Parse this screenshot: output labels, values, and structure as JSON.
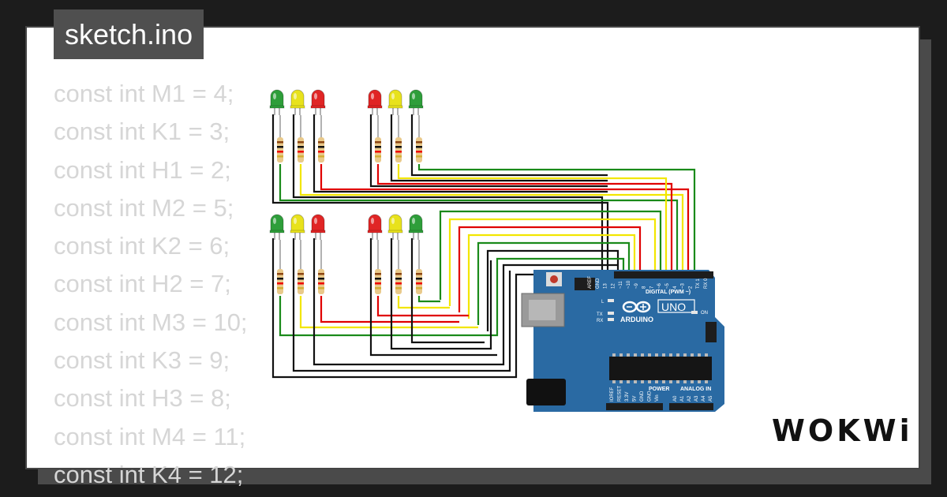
{
  "tab": {
    "title": "sketch.ino"
  },
  "code_lines": [
    "const int M1 = 4;",
    "const int K1 = 3;",
    "const int H1 = 2;",
    "const int M2 = 5;",
    "const int K2 = 6;",
    "const int H2 = 7;",
    "const int M3 = 10;",
    "const int K3 = 9;",
    "const int H3 = 8;",
    "const int M4 = 11;",
    "const int K4 = 12;"
  ],
  "board": {
    "brand": "ARDUINO",
    "model": "UNO",
    "digital_label": "DIGITAL (PWM ~)",
    "power_label": "POWER",
    "analog_label": "ANALOG IN",
    "on_label": "ON",
    "l_label": "L",
    "tx_label": "TX",
    "rx_label": "RX",
    "digital_pins": [
      "AREF",
      "GND",
      "13",
      "12",
      "~11",
      "~10",
      "~9",
      "8",
      "7",
      "~6",
      "~5",
      "4",
      "~3",
      "2",
      "TX 1",
      "RX 0"
    ],
    "power_pins": [
      "IOREF",
      "RESET",
      "3.3V",
      "5V",
      "GND",
      "GND",
      "Vin"
    ],
    "analog_pins": [
      "A0",
      "A1",
      "A2",
      "A3",
      "A4",
      "A5"
    ]
  },
  "leds": [
    {
      "color": "#2e9e3a"
    },
    {
      "color": "#e8e21c"
    },
    {
      "color": "#e02525"
    },
    {
      "color": "#e02525"
    },
    {
      "color": "#e8e21c"
    },
    {
      "color": "#2e9e3a"
    },
    {
      "color": "#2e9e3a"
    },
    {
      "color": "#e8e21c"
    },
    {
      "color": "#e02525"
    },
    {
      "color": "#e02525"
    },
    {
      "color": "#e8e21c"
    },
    {
      "color": "#2e9e3a"
    }
  ],
  "colors": {
    "wire_black": "#111111",
    "wire_green": "#1a8a1a",
    "wire_red": "#e00000",
    "wire_yellow": "#f2e600",
    "board_blue": "#2a6aa3"
  },
  "logo": {
    "text": "WOKWi"
  }
}
